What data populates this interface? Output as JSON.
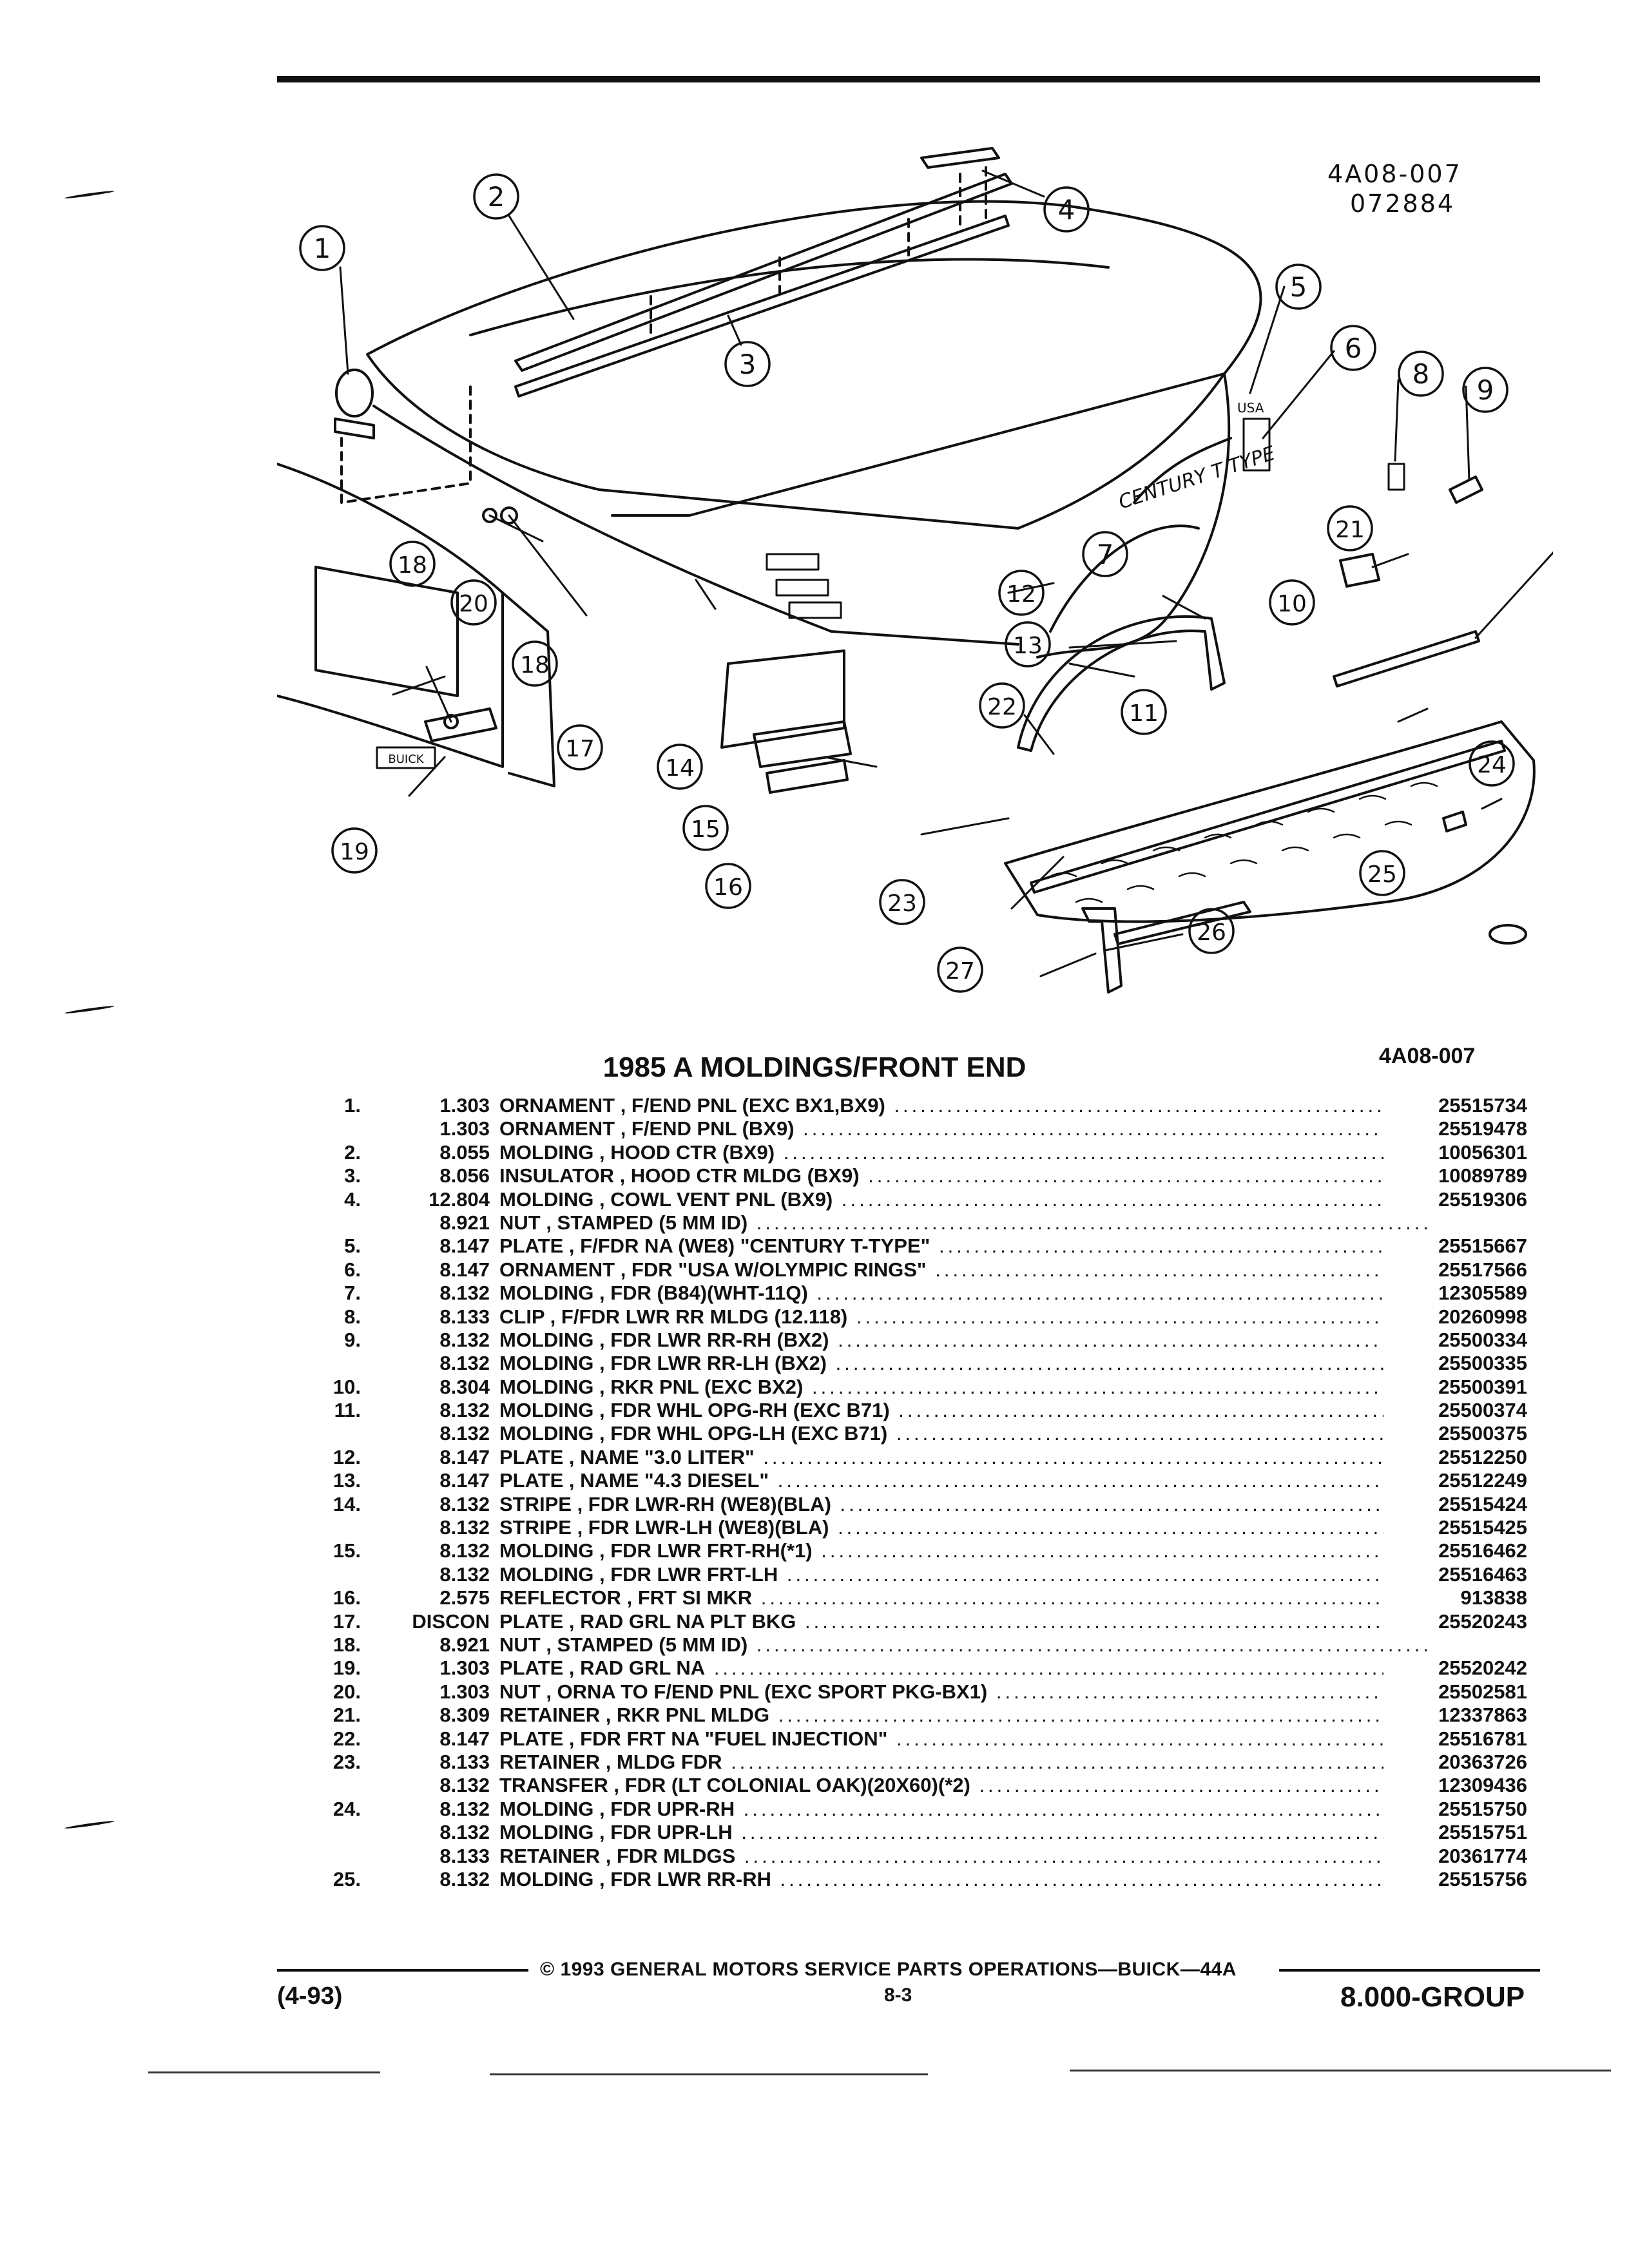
{
  "header": {
    "ref_code": "4A08-007",
    "ref_date": "072884"
  },
  "diagram": {
    "callouts": [
      "1",
      "2",
      "3",
      "4",
      "5",
      "6",
      "7",
      "8",
      "9",
      "10",
      "11",
      "12",
      "13",
      "14",
      "15",
      "16",
      "17",
      "18",
      "18",
      "19",
      "20",
      "21",
      "22",
      "23",
      "24",
      "25",
      "26",
      "27"
    ],
    "emblem_text": "CENTURY T TYPE",
    "usa_badge_text": "USA",
    "plate_text": "BUICK",
    "diagram_code": "4A08-007"
  },
  "section_title": "1985 A MOLDINGS/FRONT END",
  "parts": [
    {
      "num": "1.",
      "group": "1.303",
      "desc": "ORNAMENT , F/END PNL (EXC BX1,BX9)",
      "pn": "25515734"
    },
    {
      "num": "",
      "group": "1.303",
      "desc": "ORNAMENT , F/END PNL (BX9)",
      "pn": "25519478"
    },
    {
      "num": "2.",
      "group": "8.055",
      "desc": "MOLDING , HOOD CTR (BX9)",
      "pn": "10056301"
    },
    {
      "num": "3.",
      "group": "8.056",
      "desc": "INSULATOR , HOOD CTR MLDG (BX9)",
      "pn": "10089789"
    },
    {
      "num": "4.",
      "group": "12.804",
      "desc": "MOLDING , COWL VENT PNL (BX9)",
      "pn": "25519306"
    },
    {
      "num": "",
      "group": "8.921",
      "desc": "NUT , STAMPED (5 MM ID)",
      "pn": ""
    },
    {
      "num": "5.",
      "group": "8.147",
      "desc": "PLATE , F/FDR NA (WE8) \"CENTURY T-TYPE\"",
      "pn": "25515667"
    },
    {
      "num": "6.",
      "group": "8.147",
      "desc": "ORNAMENT , FDR \"USA W/OLYMPIC RINGS\"",
      "pn": "25517566"
    },
    {
      "num": "7.",
      "group": "8.132",
      "desc": "MOLDING , FDR (B84)(WHT-11Q)",
      "pn": "12305589"
    },
    {
      "num": "8.",
      "group": "8.133",
      "desc": "CLIP , F/FDR LWR RR MLDG (12.118)",
      "pn": "20260998"
    },
    {
      "num": "9.",
      "group": "8.132",
      "desc": "MOLDING , FDR LWR RR-RH (BX2)",
      "pn": "25500334"
    },
    {
      "num": "",
      "group": "8.132",
      "desc": "MOLDING , FDR LWR RR-LH (BX2)",
      "pn": "25500335"
    },
    {
      "num": "10.",
      "group": "8.304",
      "desc": "MOLDING , RKR PNL (EXC BX2)",
      "pn": "25500391"
    },
    {
      "num": "11.",
      "group": "8.132",
      "desc": "MOLDING , FDR WHL OPG-RH (EXC B71)",
      "pn": "25500374"
    },
    {
      "num": "",
      "group": "8.132",
      "desc": "MOLDING , FDR WHL OPG-LH (EXC B71)",
      "pn": "25500375"
    },
    {
      "num": "12.",
      "group": "8.147",
      "desc": "PLATE , NAME \"3.0 LITER\"",
      "pn": "25512250"
    },
    {
      "num": "13.",
      "group": "8.147",
      "desc": "PLATE , NAME \"4.3 DIESEL\"",
      "pn": "25512249"
    },
    {
      "num": "14.",
      "group": "8.132",
      "desc": "STRIPE , FDR LWR-RH (WE8)(BLA)",
      "pn": "25515424"
    },
    {
      "num": "",
      "group": "8.132",
      "desc": "STRIPE , FDR LWR-LH (WE8)(BLA)",
      "pn": "25515425"
    },
    {
      "num": "15.",
      "group": "8.132",
      "desc": "MOLDING , FDR LWR FRT-RH(*1)",
      "pn": "25516462"
    },
    {
      "num": "",
      "group": "8.132",
      "desc": "MOLDING , FDR LWR FRT-LH",
      "pn": "25516463"
    },
    {
      "num": "16.",
      "group": "2.575",
      "desc": "REFLECTOR , FRT SI MKR",
      "pn": "913838"
    },
    {
      "num": "17.",
      "group": "DISCON",
      "desc": "PLATE , RAD GRL NA PLT BKG",
      "pn": "25520243"
    },
    {
      "num": "18.",
      "group": "8.921",
      "desc": "NUT , STAMPED (5 MM ID)",
      "pn": ""
    },
    {
      "num": "19.",
      "group": "1.303",
      "desc": "PLATE , RAD GRL NA",
      "pn": "25520242"
    },
    {
      "num": "20.",
      "group": "1.303",
      "desc": "NUT , ORNA TO F/END PNL (EXC SPORT PKG-BX1)",
      "pn": "25502581"
    },
    {
      "num": "21.",
      "group": "8.309",
      "desc": "RETAINER , RKR PNL MLDG",
      "pn": "12337863"
    },
    {
      "num": "22.",
      "group": "8.147",
      "desc": "PLATE , FDR FRT NA \"FUEL INJECTION\"",
      "pn": "25516781"
    },
    {
      "num": "23.",
      "group": "8.133",
      "desc": "RETAINER , MLDG FDR",
      "pn": "20363726"
    },
    {
      "num": "",
      "group": "8.132",
      "desc": "TRANSFER , FDR (LT COLONIAL OAK)(20X60)(*2)",
      "pn": "12309436"
    },
    {
      "num": "24.",
      "group": "8.132",
      "desc": "MOLDING , FDR UPR-RH",
      "pn": "25515750"
    },
    {
      "num": "",
      "group": "8.132",
      "desc": "MOLDING , FDR UPR-LH",
      "pn": "25515751"
    },
    {
      "num": "",
      "group": "8.133",
      "desc": "RETAINER , FDR MLDGS",
      "pn": "20361774"
    },
    {
      "num": "25.",
      "group": "8.132",
      "desc": "MOLDING , FDR LWR RR-RH",
      "pn": "25515756"
    }
  ],
  "footer": {
    "copyright": "© 1993 GENERAL MOTORS SERVICE PARTS OPERATIONS—BUICK—44A",
    "revision": "(4-93)",
    "page": "8-3",
    "group": "8.000-GROUP"
  }
}
